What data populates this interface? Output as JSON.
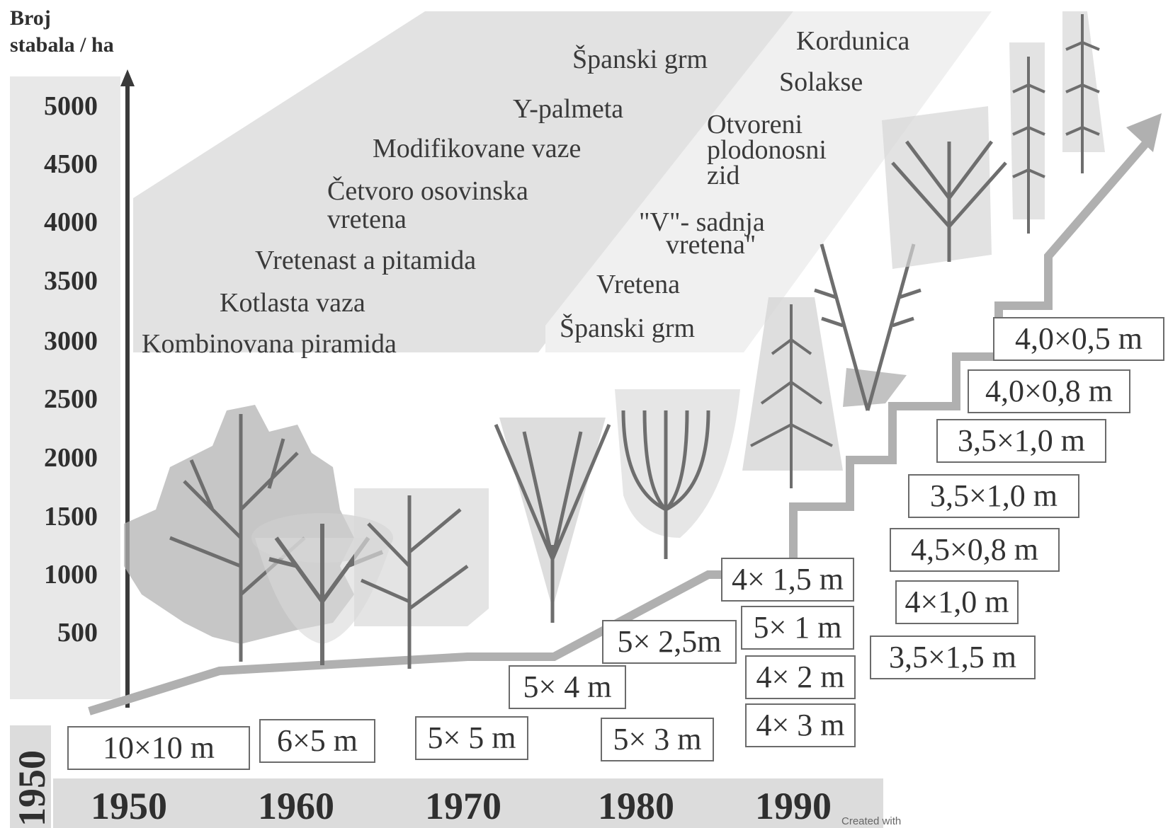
{
  "y_axis": {
    "label_line1": "Broj",
    "label_line2": "stabala / ha",
    "ticks": [
      "5000",
      "4500",
      "4000",
      "3500",
      "3000",
      "2500",
      "2000",
      "1500",
      "1000",
      "500"
    ]
  },
  "x_axis": {
    "years": [
      "1950",
      "1960",
      "1970",
      "1980",
      "1990"
    ],
    "vertical_year": "1950"
  },
  "training_systems": {
    "band_1": [
      "Španski grm",
      "Y-palmeta",
      "Modifikovane vaze",
      "Četvoro osovinska",
      "vretena",
      "Vretenast a pitamida",
      "Kotlasta vaza",
      "Kombinovana piramida"
    ],
    "band_2": [
      "Kordunica",
      "Solakse",
      "Otvoreni",
      "plodonosni",
      "zid",
      "\"V\"- sadnja",
      "vretena\"",
      "Vretena",
      "Španski grm"
    ]
  },
  "spacings": {
    "s1": "10×10  m",
    "s2": "6×5 m",
    "s3": "5× 5 m",
    "s4": "5× 4 m",
    "s5": "5× 3 m",
    "s6": "5× 2,5m",
    "s7": "4× 1,5 m",
    "s8": "5× 1 m",
    "s9": "4× 2 m",
    "s10": "4× 3 m",
    "s11": "3,5×1,5 m",
    "s12": "4×1,0 m",
    "s13": "4,5×0,8 m",
    "s14": "3,5×1,0 m",
    "s15": "3,5×1,0 m",
    "s16": "4,0×0,8 m",
    "s17": "4,0×0,5 m"
  },
  "footer": {
    "credit": "Created with"
  },
  "colors": {
    "band_dark": "#e2e2e2",
    "band_light": "#f1f1f1",
    "axis": "#3a3a3a",
    "trend_line": "#b0b0b0",
    "tree": "#6e6e6e",
    "canopy": "#a9a9a9"
  },
  "icons": [
    "up-arrow-icon",
    "trend-arrow-icon",
    "tree-icon"
  ]
}
